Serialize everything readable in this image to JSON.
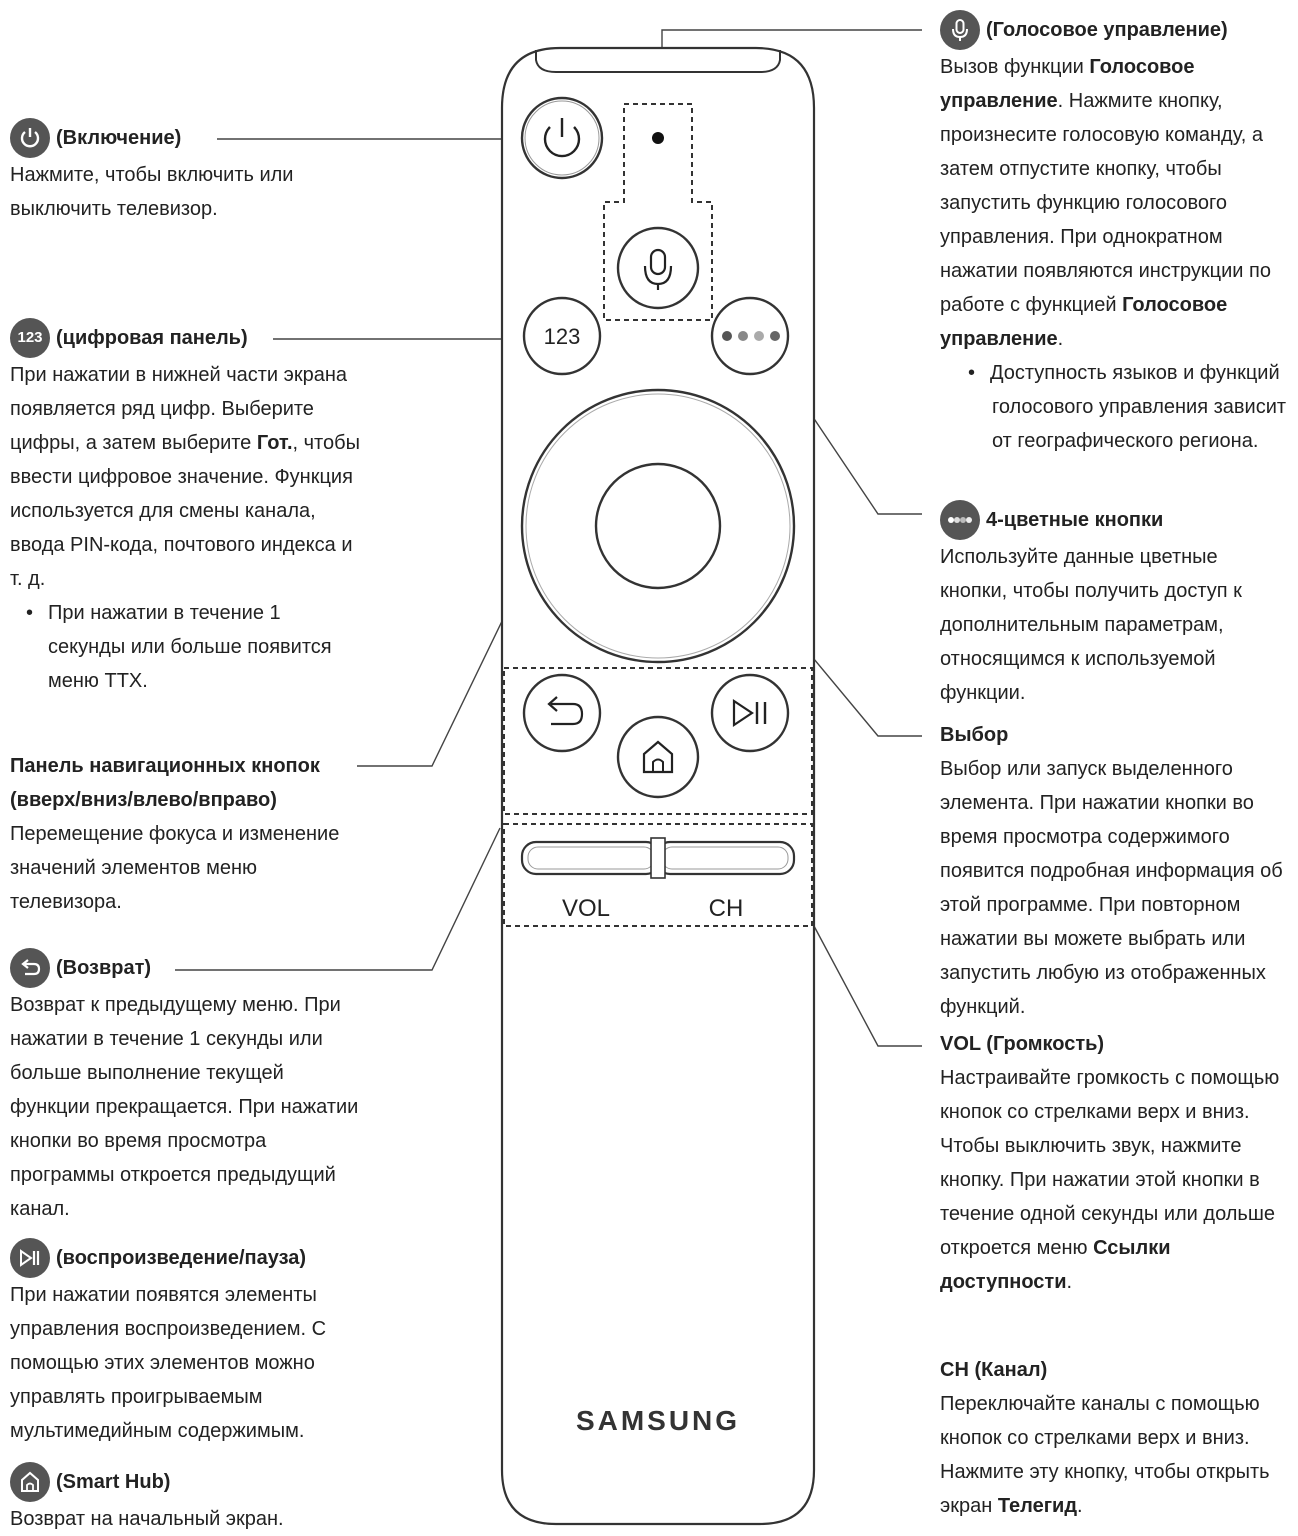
{
  "left": {
    "power": {
      "title": "(Включение)",
      "text": "Нажмите, чтобы включить или выключить телевизор."
    },
    "numpad": {
      "badge": "123",
      "title": "(цифровая панель)",
      "text_1": "При нажатии в нижней части экрана появляется ряд цифр. Выберите цифры, а затем выберите ",
      "text_bold": "Гот.",
      "text_2": ", чтобы ввести цифровое значение. Функция используется для смены канала, ввода PIN-кода, почтового индекса и т. д.",
      "bullet": "При нажатии в течение 1 секунды или больше появится меню TTX."
    },
    "nav": {
      "title_1": "Панель навигационных кнопок",
      "title_2": "(вверх/вниз/влево/вправо)",
      "text": "Перемещение фокуса и изменение значений элементов меню телевизора."
    },
    "back": {
      "title": "(Возврат)",
      "text": "Возврат к предыдущему меню. При нажатии в течение 1 секунды или больше выполнение текущей функции прекращается. При нажатии кнопки во время просмотра программы откроется предыдущий канал."
    },
    "play": {
      "title": "(воспроизведение/пауза)",
      "text": "При нажатии появятся элементы управления воспроизведением. С помощью этих элементов можно управлять проигрываемым мультимедийным содержимым."
    },
    "home": {
      "title": "(Smart Hub)",
      "text": "Возврат на начальный экран."
    }
  },
  "right": {
    "voice": {
      "title": "(Голосовое управление)",
      "text_1": "Вызов функции ",
      "bold_1": "Голосовое управление",
      "text_2": ". Нажмите кнопку, произнесите голосовую команду, а затем отпустите кнопку, чтобы запустить функцию голосового управления. При однократном нажатии появляются инструкции по работе с функцией ",
      "bold_2": "Голосовое управление",
      "text_3": ".",
      "bullet": "Доступность языков и функций голосового управления зависит от географического региона."
    },
    "color": {
      "title": "4-цветные кнопки",
      "text": "Используйте данные цветные кнопки, чтобы получить доступ к дополнительным параметрам, относящимся к используемой функции."
    },
    "select": {
      "title": "Выбор",
      "text": "Выбор или запуск выделенного элемента. При нажатии кнопки во время просмотра содержимого появится подробная информация об этой программе. При повторном нажатии вы можете выбрать или запустить любую из отображенных функций."
    },
    "vol": {
      "title": "VOL (Громкость)",
      "text_1": "Настраивайте громкость с помощью кнопок со стрелками верх и вниз. Чтобы выключить звук, нажмите кнопку. При нажатии этой кнопки в течение одной секунды или дольше откроется меню ",
      "bold": "Ссылки доступности",
      "text_2": "."
    },
    "ch": {
      "title": "CH (Канал)",
      "text_1": "Переключайте каналы с помощью кнопок со стрелками верх и вниз. Нажмите эту кнопку, чтобы открыть экран ",
      "bold": "Телегид",
      "text_2": "."
    }
  },
  "remote": {
    "numpad_label": "123",
    "vol_label": "VOL",
    "ch_label": "CH",
    "brand": "SAMSUNG"
  },
  "colors": {
    "ink": "#222222",
    "badge": "#555555",
    "line": "#444444"
  }
}
